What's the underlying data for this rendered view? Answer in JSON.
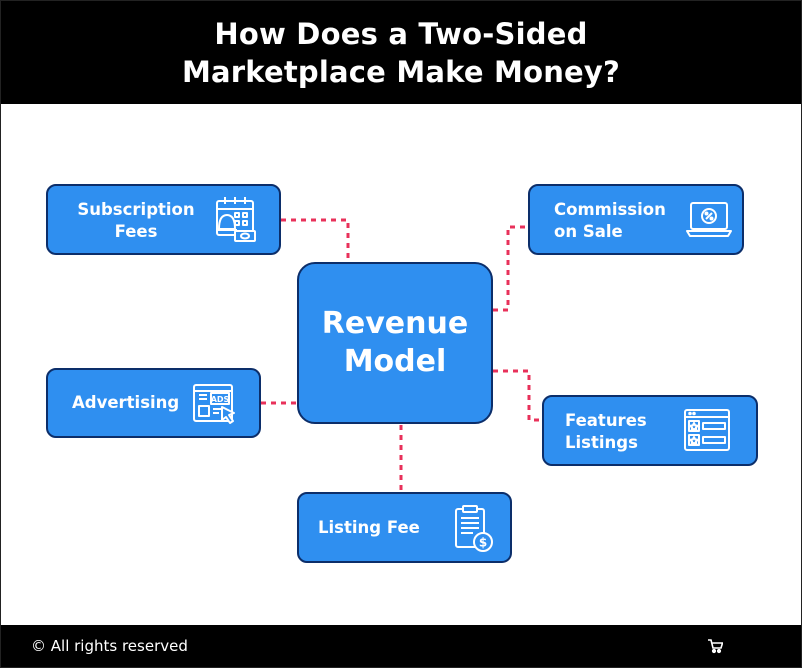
{
  "header": {
    "title_line1": "How Does a Two-Sided",
    "title_line2": "Marketplace Make Money?"
  },
  "center": {
    "line1": "Revenue",
    "line2": "Model"
  },
  "nodes": {
    "subscription": {
      "line1": "Subscription",
      "line2": "Fees",
      "icon": "calendar-bell-icon"
    },
    "commission": {
      "line1": "Commission",
      "line2": "on Sale",
      "icon": "laptop-percent-icon"
    },
    "advertising": {
      "label": "Advertising",
      "icon": "ads-cursor-icon"
    },
    "features": {
      "line1": "Features",
      "line2": "Listings",
      "icon": "star-listing-icon"
    },
    "listing_fee": {
      "label": "Listing Fee",
      "icon": "clipboard-dollar-icon"
    }
  },
  "footer": {
    "copyright": "© All rights reserved"
  },
  "colors": {
    "node_fill": "#2f8ff0",
    "node_border": "#0c2e6a",
    "connector": "#e8315a",
    "bar": "#000000"
  }
}
